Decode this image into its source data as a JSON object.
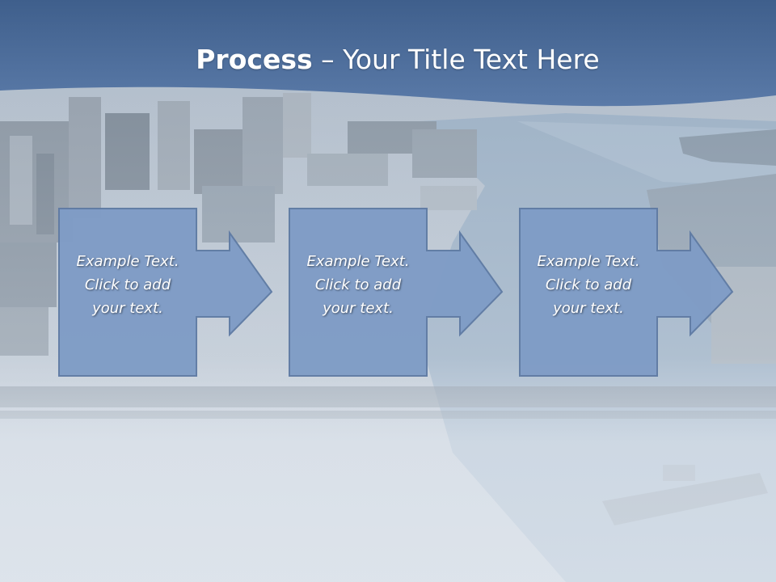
{
  "slide": {
    "title_bold": "Process",
    "title_rest": " – Your Title Text Here",
    "steps": [
      {
        "text": "Example Text.\nClick  to add\nyour text."
      },
      {
        "text": "Example Text.\nClick  to add\nyour text."
      },
      {
        "text": "Example Text.\nClick  to add\nyour text."
      }
    ]
  },
  "colors": {
    "header_blue": "#4f6f9c",
    "box_fill": "#7f9cc6",
    "box_border": "#5f7ba4",
    "water": "#8fa6bd",
    "fade_overlay": "#dfe6ee"
  }
}
